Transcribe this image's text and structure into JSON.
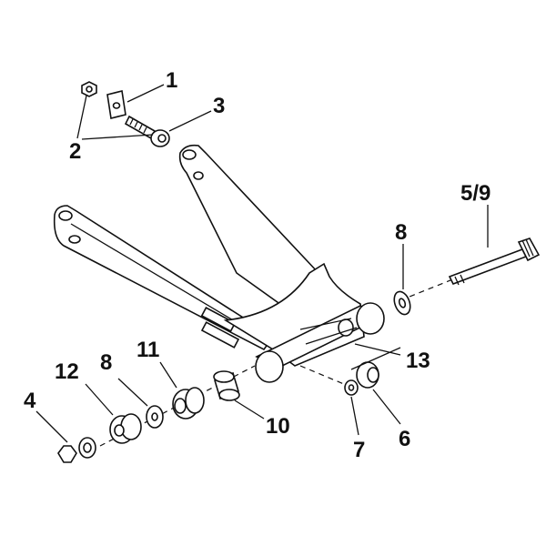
{
  "diagram": {
    "labels": {
      "l1": "1",
      "l2": "2",
      "l3": "3",
      "l4": "4",
      "l5_9": "5/9",
      "l6": "6",
      "l7": "7",
      "l8_top": "8",
      "l8_left": "8",
      "l10": "10",
      "l11": "11",
      "l12": "12",
      "l13": "13"
    }
  }
}
